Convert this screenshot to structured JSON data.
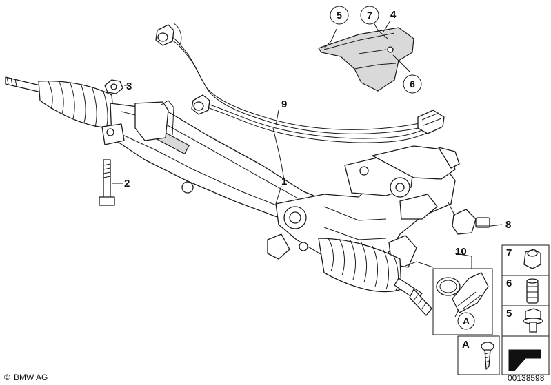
{
  "callouts": {
    "c1": "1",
    "c2": "2",
    "c3": "3",
    "c4": "4",
    "c5": "5",
    "c6": "6",
    "c7": "7",
    "c8": "8",
    "c9": "9",
    "c10": "10",
    "cA": "A"
  },
  "legend": {
    "row7": "7",
    "row6": "6",
    "row5": "5",
    "rowA": "A"
  },
  "footer": {
    "brand": "BMW AG",
    "copyright_symbol": "©",
    "image_number": "00138598"
  },
  "icons": [
    "hex-nut-icon",
    "rubber-bushing-icon",
    "flange-bolt-icon",
    "screw-icon",
    "direction-arrow-icon"
  ]
}
